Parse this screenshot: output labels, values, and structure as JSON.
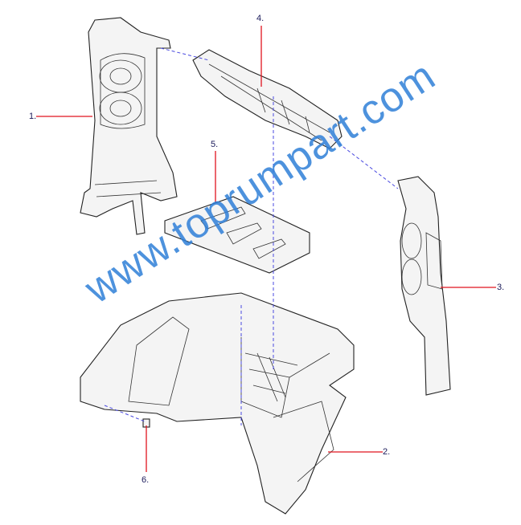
{
  "title": "Rear interior trim parts diagram",
  "callouts": [
    {
      "id": "1",
      "label": "1."
    },
    {
      "id": "2",
      "label": "2."
    },
    {
      "id": "3",
      "label": "3."
    },
    {
      "id": "4",
      "label": "4."
    },
    {
      "id": "5",
      "label": "5."
    },
    {
      "id": "6",
      "label": "6."
    }
  ],
  "watermark": "www.toprumpart.com",
  "colors": {
    "leader": "#e0141e",
    "assembly_line": "#4a4ae0",
    "watermark": "#2f7fd8",
    "label": "#1a1a5a"
  }
}
